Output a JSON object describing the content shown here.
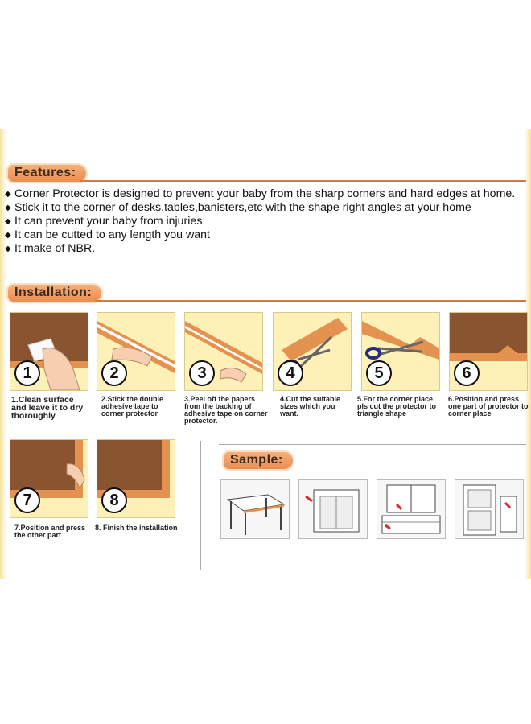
{
  "features": {
    "title": "Features:",
    "items": [
      "Corner Protector is designed to prevent your baby from the sharp corners and hard edges at home.",
      "Stick it to the corner of desks,tables,banisters,etc with the shape right angles at your home",
      "It can prevent your baby from injuries",
      "It can be cutted to any length you want",
      "It make of NBR."
    ]
  },
  "installation": {
    "title": "Installation:",
    "steps": [
      {
        "num": "1",
        "caption": "1.Clean surface and leave it to dry thoroughly"
      },
      {
        "num": "2",
        "caption": "2.Stick the double adhesive tape to corner protector"
      },
      {
        "num": "3",
        "caption": "3.Peel off the papers from the backing of adhesive tape on corner protector."
      },
      {
        "num": "4",
        "caption": "4.Cut the suitable sizes which you want."
      },
      {
        "num": "5",
        "caption": "5.For the corner place, pls cut the protector to triangle shape"
      },
      {
        "num": "6",
        "caption": "6.Position and press one part of protector to corner place"
      },
      {
        "num": "7",
        "caption": "7.Position and press the other part"
      },
      {
        "num": "8",
        "caption": "8. Finish the installation"
      }
    ]
  },
  "sample": {
    "title": "Sample:"
  },
  "colors": {
    "accent": "#e98a4e",
    "panel": "#fdf1b8",
    "brown": "#8a5430",
    "orange_strip": "#e4924f"
  }
}
